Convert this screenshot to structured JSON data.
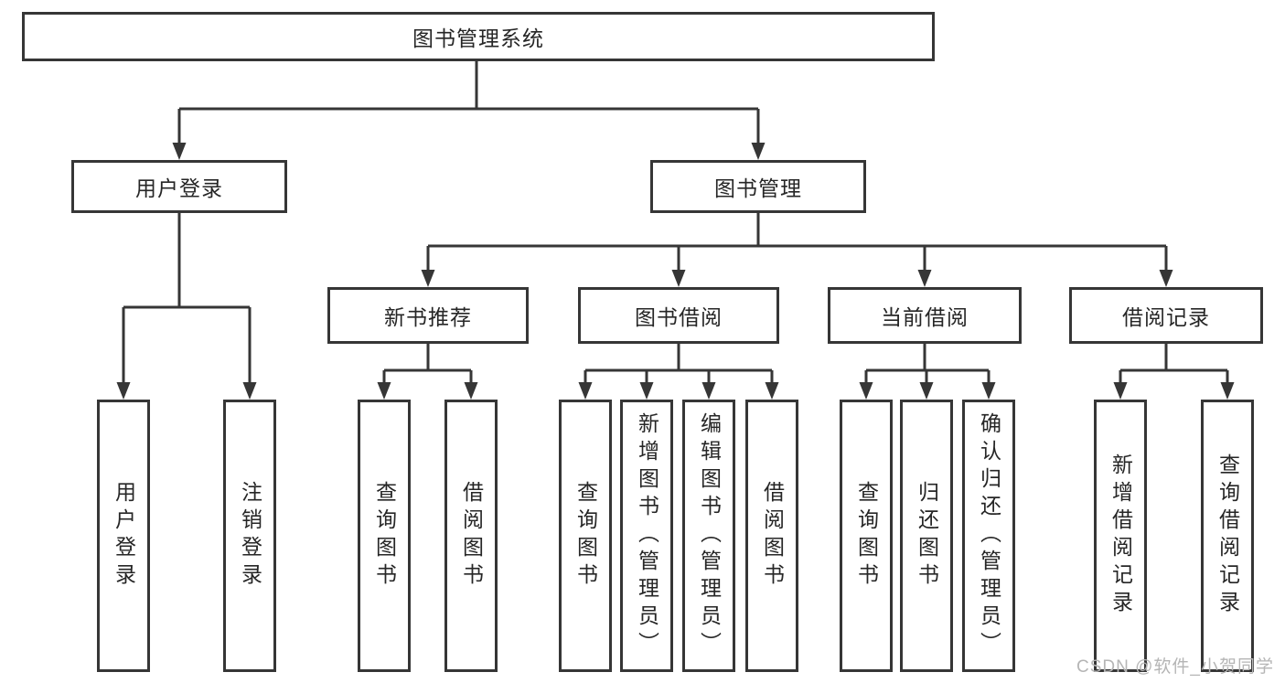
{
  "diagram": {
    "root": {
      "label": "图书管理系统"
    },
    "level2": [
      {
        "label": "用户登录"
      },
      {
        "label": "图书管理"
      }
    ],
    "level3": [
      {
        "label": "新书推荐"
      },
      {
        "label": "图书借阅"
      },
      {
        "label": "当前借阅"
      },
      {
        "label": "借阅记录"
      }
    ],
    "leaves": [
      {
        "label": "用户登录"
      },
      {
        "label": "注销登录"
      },
      {
        "label": "查询图书"
      },
      {
        "label": "借阅图书"
      },
      {
        "label": "查询图书"
      },
      {
        "label": "新增图书（管理员）"
      },
      {
        "label": "编辑图书（管理员）"
      },
      {
        "label": "借阅图书"
      },
      {
        "label": "查询图书"
      },
      {
        "label": "归还图书"
      },
      {
        "label": "确认归还（管理员）"
      },
      {
        "label": "新增借阅记录"
      },
      {
        "label": "查询借阅记录"
      }
    ]
  },
  "watermark": {
    "text": "CSDN @软件_小贺同学"
  },
  "colors": {
    "line": "#363636",
    "text": "#262626",
    "box_background": "#ffffff",
    "watermark_text": "#b5b5b5"
  }
}
